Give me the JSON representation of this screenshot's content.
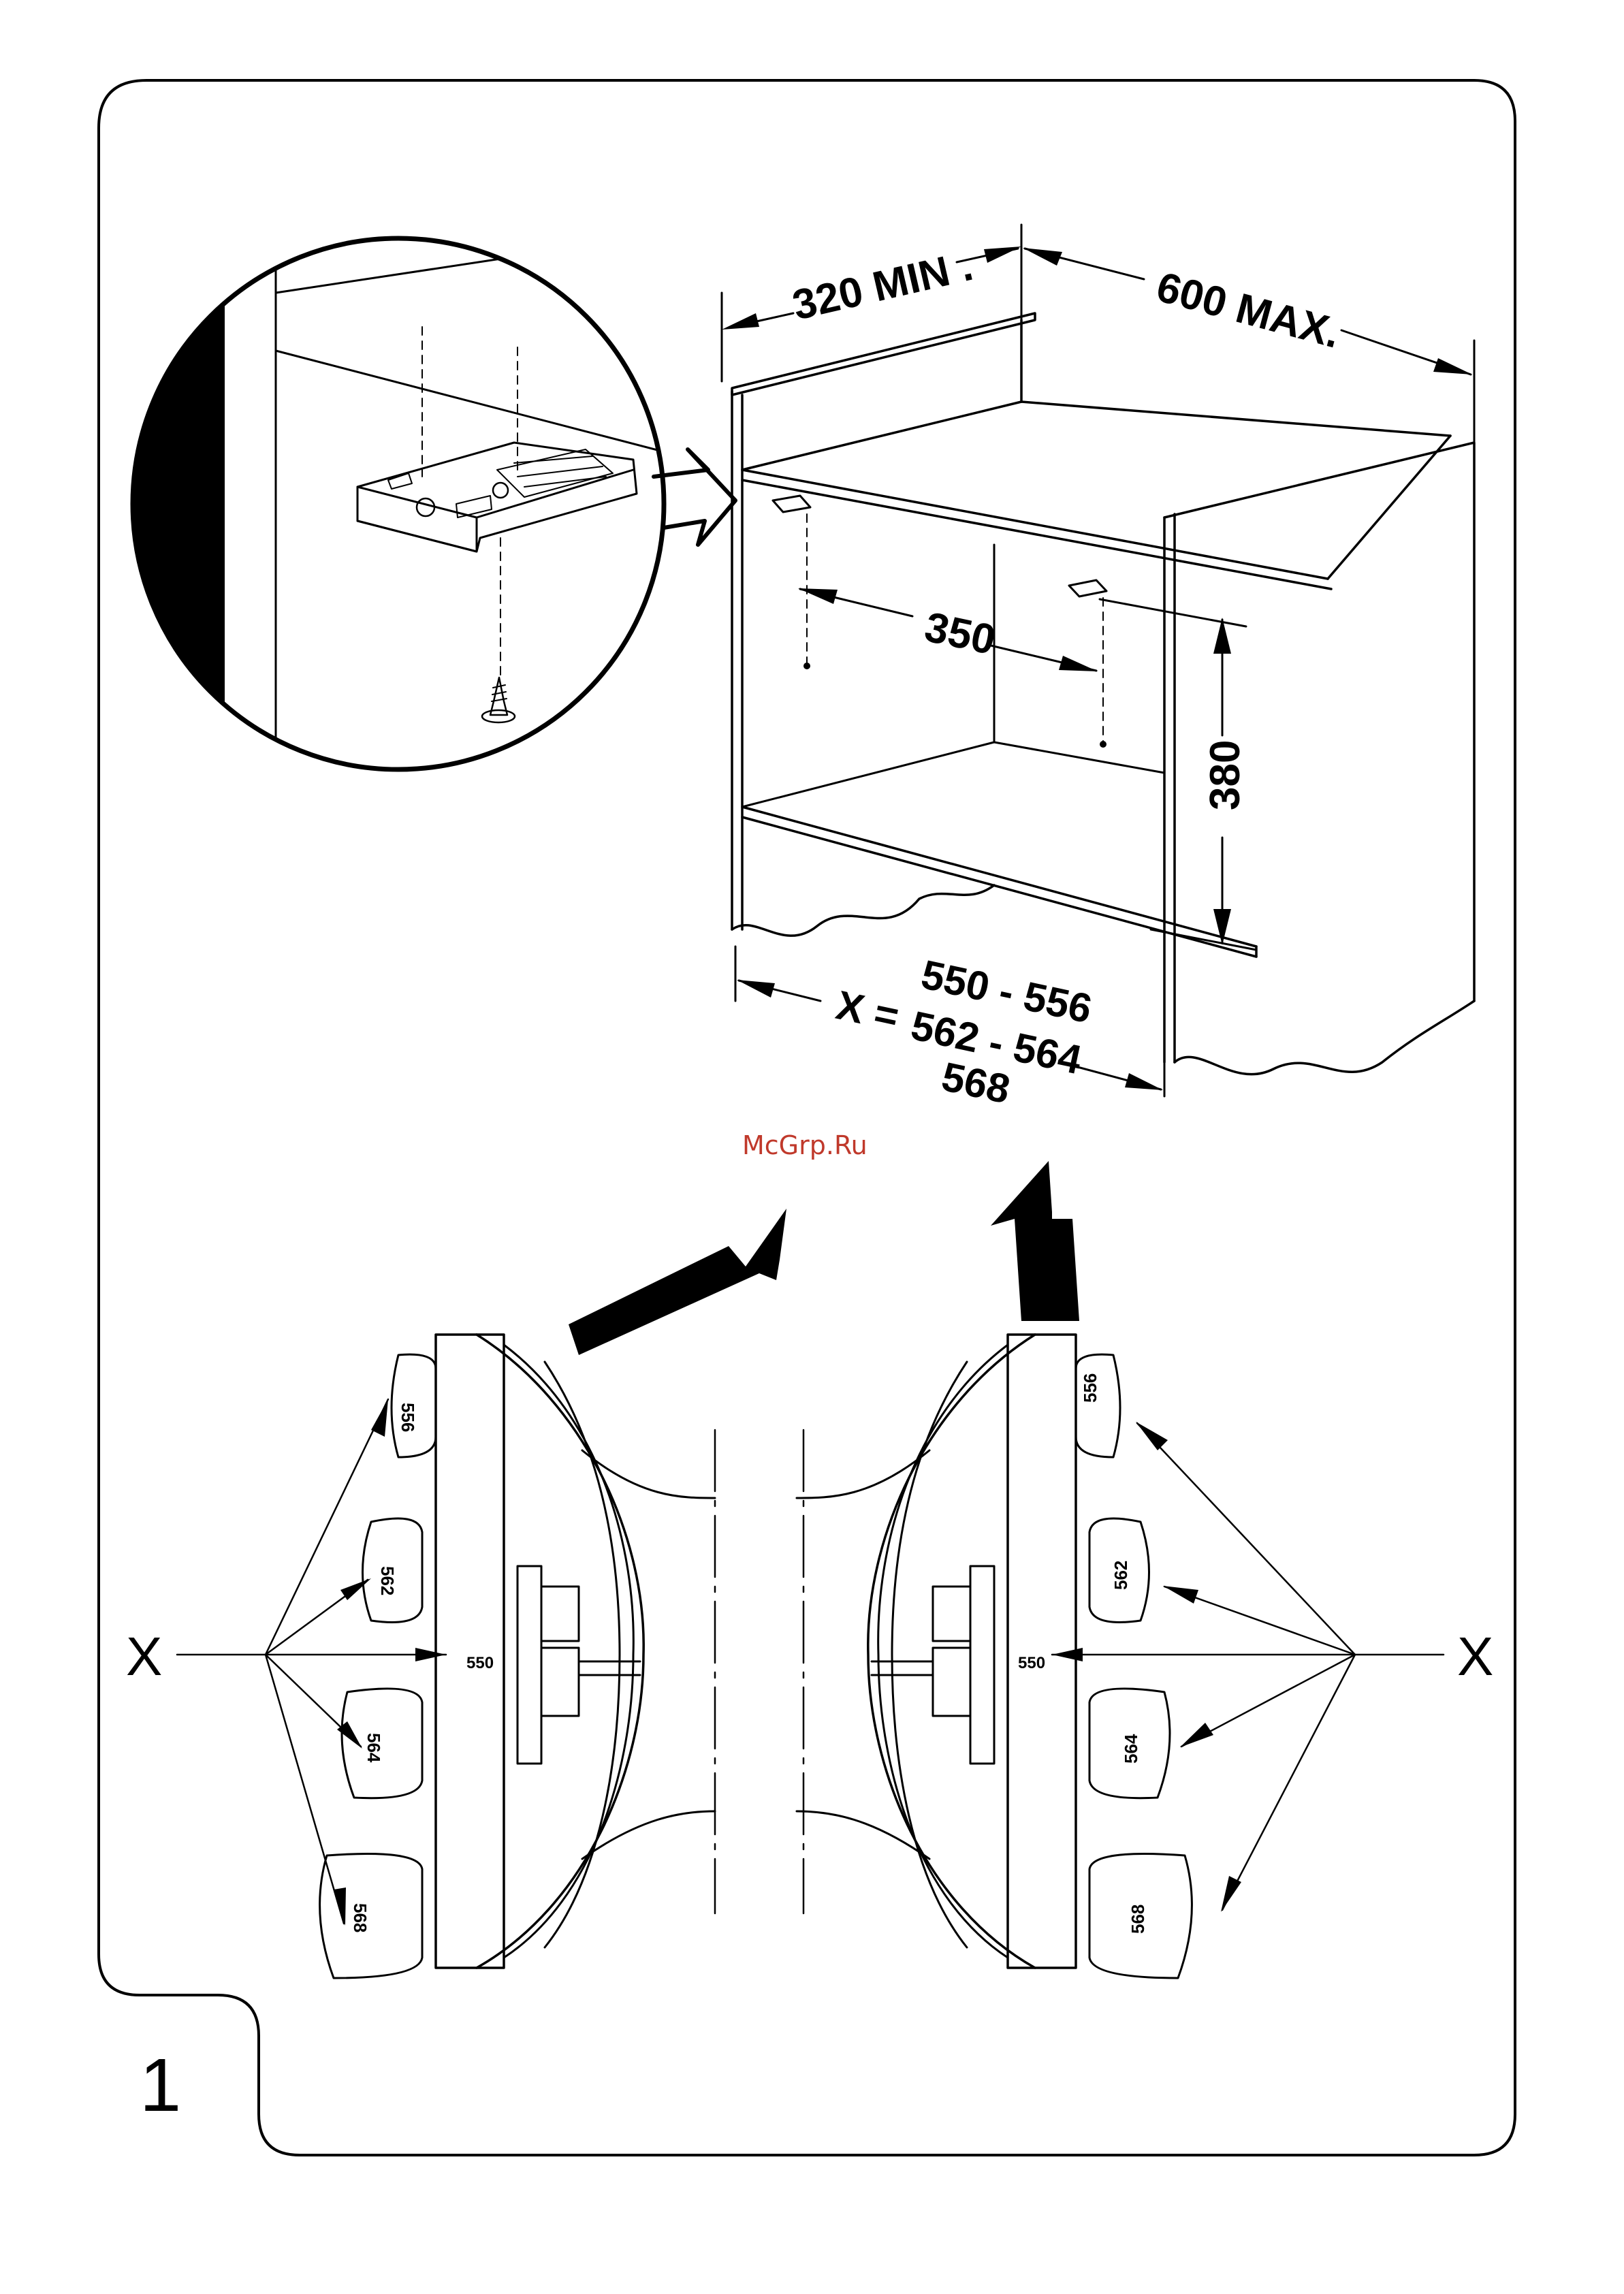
{
  "dimensions": {
    "depth_min": "320 MIN .",
    "width_max": "600 MAX.",
    "bracket_spacing": "350",
    "height": "380",
    "x_label": "X =",
    "x_values_line1": "550 - 556",
    "x_values_line2": "562 - 564",
    "x_values_line3": "568"
  },
  "watermark": {
    "text": "McGrp.Ru",
    "color": "#c0392b"
  },
  "adjuster": {
    "marker": "X",
    "left_positions": [
      "556",
      "562",
      "550",
      "564",
      "568"
    ],
    "right_positions": [
      "556",
      "562",
      "550",
      "564",
      "568"
    ]
  },
  "figure_number": "1"
}
